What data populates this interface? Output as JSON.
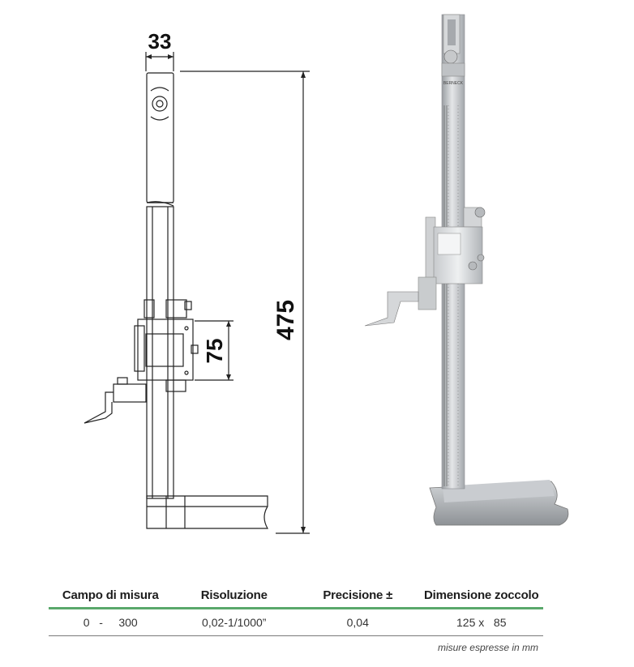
{
  "drawing": {
    "width_label": "33",
    "height_label": "475",
    "jaw_label": "75"
  },
  "photo": {
    "brand_text": "BERNECK"
  },
  "specs": {
    "headers": [
      "Campo di misura",
      "Risoluzione",
      "Precisione ±",
      "Dimensione zoccolo"
    ],
    "rows": [
      [
        "0   -     300",
        "0,02-1/1000”",
        "0,04",
        "125 x   85"
      ]
    ],
    "note": "misure espresse in mm"
  },
  "colors": {
    "accent_line": "#5aa86b",
    "steel": "#b9bcbf"
  }
}
